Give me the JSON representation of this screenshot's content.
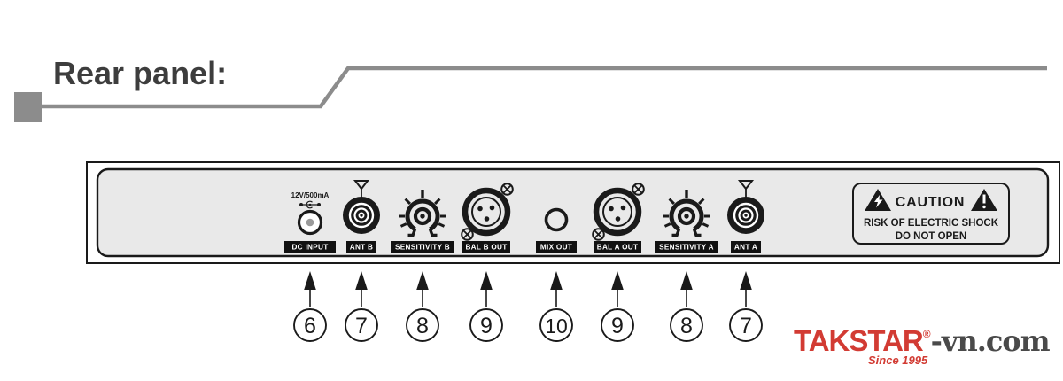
{
  "header": {
    "title": "Rear panel:"
  },
  "panel": {
    "dc_spec": "12V/500mA",
    "ports": [
      {
        "id": "dc-input",
        "label": "DC INPUT",
        "type": "dc-jack"
      },
      {
        "id": "ant-b",
        "label": "ANT B",
        "type": "bnc-antenna"
      },
      {
        "id": "sensitivity-b",
        "label": "SENSITIVITY B",
        "type": "knob"
      },
      {
        "id": "bal-b-out",
        "label": "BAL B OUT",
        "type": "xlr"
      },
      {
        "id": "mix-out",
        "label": "MIX OUT",
        "type": "jack"
      },
      {
        "id": "bal-a-out",
        "label": "BAL A OUT",
        "type": "xlr"
      },
      {
        "id": "sensitivity-a",
        "label": "SENSITIVITY A",
        "type": "knob"
      },
      {
        "id": "ant-a",
        "label": "ANT A",
        "type": "bnc-antenna"
      }
    ],
    "caution": {
      "title": "CAUTION",
      "line1": "RISK OF ELECTRIC SHOCK",
      "line2": "DO NOT OPEN"
    }
  },
  "callouts": [
    {
      "number": "6",
      "target": "DC INPUT"
    },
    {
      "number": "7",
      "target": "ANT B"
    },
    {
      "number": "8",
      "target": "SENSITIVITY B"
    },
    {
      "number": "9",
      "target": "BAL B OUT"
    },
    {
      "number": "10",
      "target": "MIX OUT"
    },
    {
      "number": "9",
      "target": "BAL A OUT"
    },
    {
      "number": "8",
      "target": "SENSITIVITY A"
    },
    {
      "number": "7",
      "target": "ANT A"
    }
  ],
  "watermark": {
    "brand": "TAKSTAR",
    "registered": "®",
    "suffix": "-vn.com",
    "tagline": "Since 1995"
  },
  "icons": {
    "antenna": "inverted-triangle-mast",
    "electric-shock": "triangle-with-lightning-bolt",
    "warning": "triangle-with-exclamation",
    "polarity": "center-positive-dc-symbol",
    "screw": "circle-with-cross",
    "arrow": "upward-pointer"
  },
  "colors": {
    "accent_gray": "#8c8c8c",
    "panel_fill": "#e9e9e9",
    "ink": "#1a1a1a",
    "brand_red": "#d23b33",
    "brand_dark": "#4a4a4a",
    "title_gray": "#3d3d3d"
  }
}
